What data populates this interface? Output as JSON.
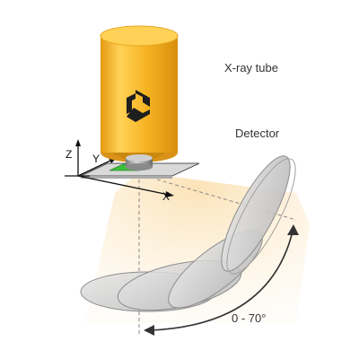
{
  "labels": {
    "xray_tube": "X-ray tube",
    "detector": "Detector",
    "angle_range": "0 - 70°",
    "axis_x": "X",
    "axis_y": "Y",
    "axis_z": "Z"
  },
  "colors": {
    "tube_body": "#f5b321",
    "tube_highlight": "#ffd257",
    "tube_shadow": "#d98e0e",
    "logo": "#1e1e1e",
    "beam": "#fde9c4",
    "detector_fill": "#cfcfcf",
    "detector_stroke": "#8c8c8c",
    "sample_green": "#3fbf3f",
    "stage": "#d9d9d9",
    "arrow": "#333333"
  },
  "icons": {
    "tube_logo": "hexagon-logo-icon",
    "rotation_arrow": "curved-double-arrow-icon"
  }
}
